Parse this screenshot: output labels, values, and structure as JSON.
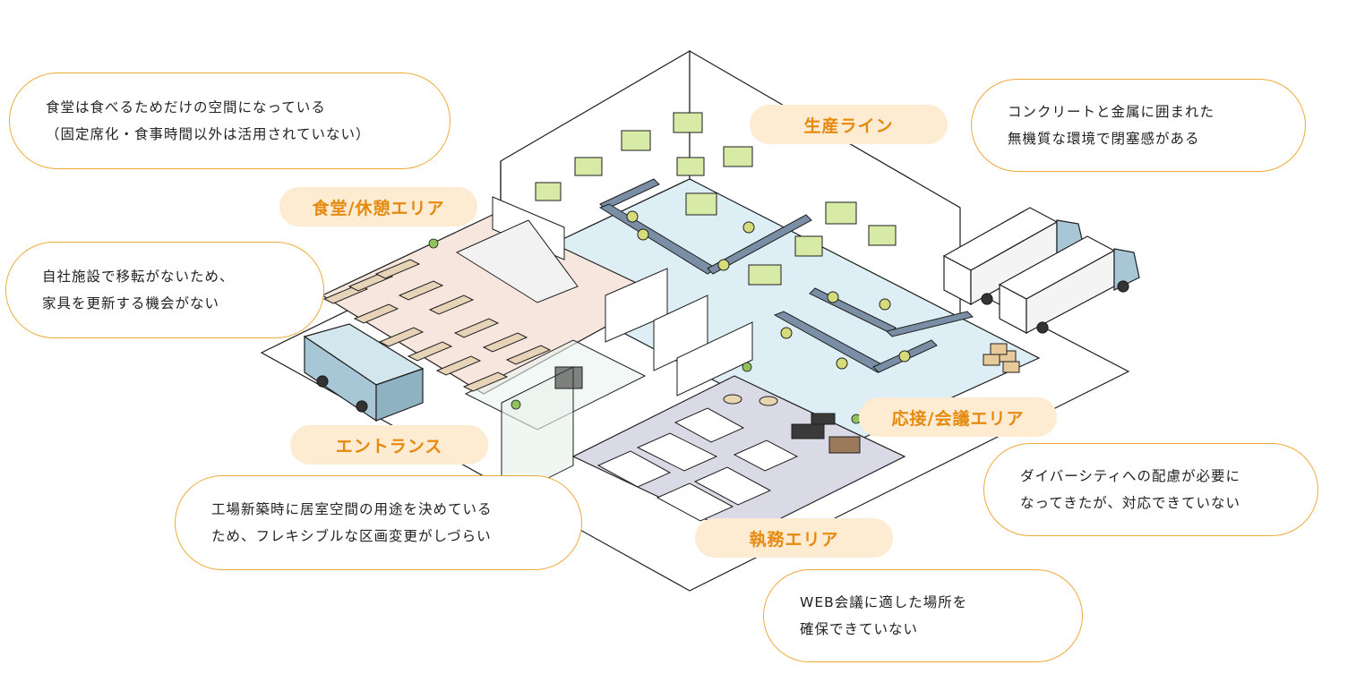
{
  "diagram": {
    "colors": {
      "accent": "#eeaa3b",
      "label_bg": "#fdebd2",
      "label_text": "#e58a0f",
      "production_floor": "#ddeef4",
      "canteen_floor": "#f6e6de",
      "office_floor": "#d9dae6",
      "machine": "#d8eba6",
      "vehicle": "#a8c7d6",
      "outline": "#1e1e1e"
    },
    "area_labels": {
      "production": "生産ライン",
      "canteen": "食堂/休憩エリア",
      "reception": "応接/会議エリア",
      "entrance": "エントランス",
      "office": "執務エリア"
    },
    "callouts": {
      "canteen": [
        "食堂は食べるためだけの空間になっている",
        "（固定席化・食事時間以外は活用されていない）"
      ],
      "furniture": [
        "自社施設で移転がないため、",
        "家具を更新する機会がない"
      ],
      "factory": [
        "工場新築時に居室空間の用途を決めている",
        "ため、フレキシブルな区画変更がしづらい"
      ],
      "material": [
        "コンクリートと金属に囲まれた",
        "無機質な環境で閉塞感がある"
      ],
      "diversity": [
        "ダイバーシティへの配慮が必要に",
        "なってきたが、対応できていない"
      ],
      "web": [
        "WEB会議に適した場所を",
        "確保できていない"
      ]
    },
    "icons": [
      "bus-icon",
      "truck-icon",
      "conveyor-icon",
      "robot-arm-icon",
      "machine-icon",
      "locker-icon",
      "desk-icon",
      "plant-icon",
      "sofa-icon",
      "cardboard-box-icon"
    ]
  }
}
